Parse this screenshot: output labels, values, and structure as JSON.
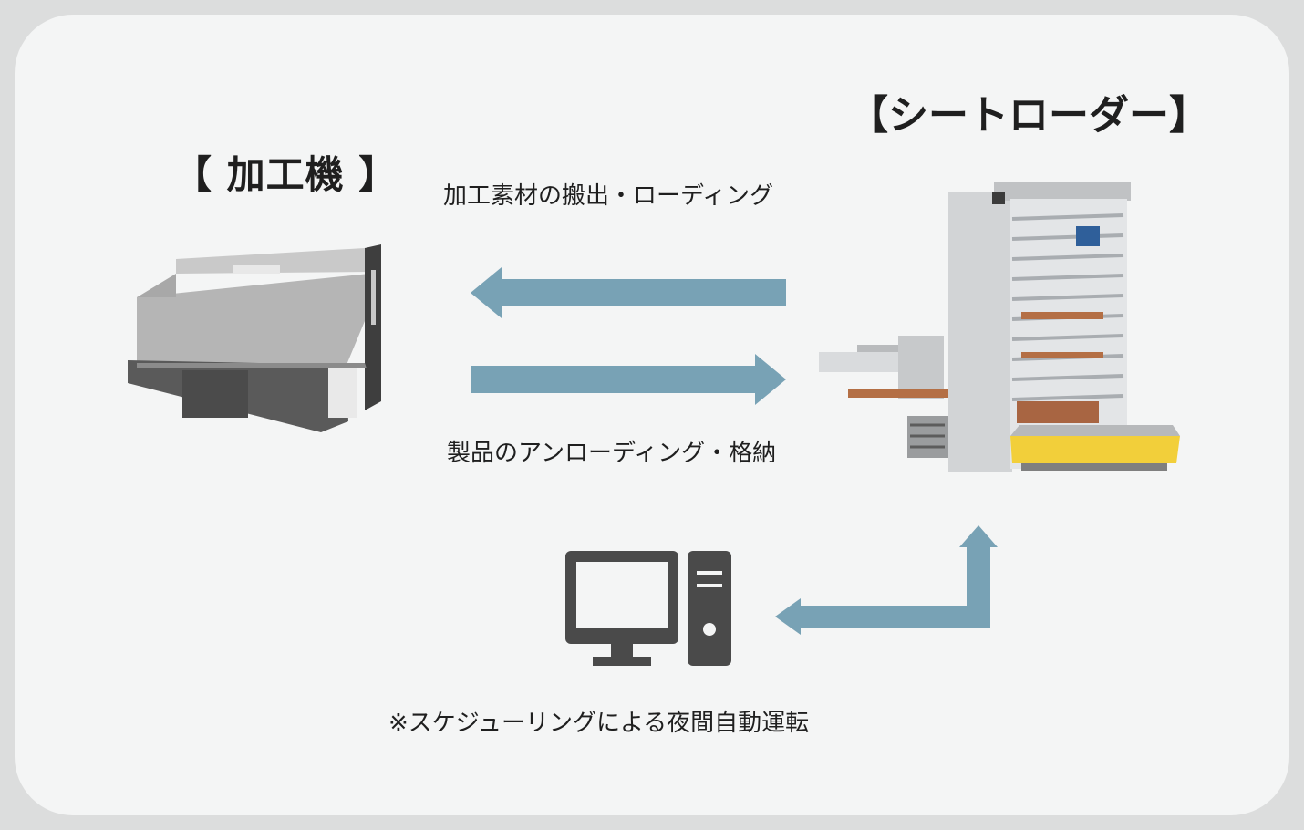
{
  "labels": {
    "machine": "【 加工機 】",
    "loader": "【シートローダー】"
  },
  "captions": {
    "loading": "加工素材の搬出・ローディング",
    "unloading": "製品のアンローディング・格納",
    "note": "※スケジューリングによる夜間自動運転"
  },
  "colors": {
    "arrow": "#78a2b5",
    "computer": "#4a4a4a",
    "background": "#f4f5f5",
    "border": "#dcdddd"
  },
  "icons": {
    "machine": "processing-machine-icon",
    "loader": "sheet-loader-tower-icon",
    "computer": "desktop-computer-icon"
  }
}
